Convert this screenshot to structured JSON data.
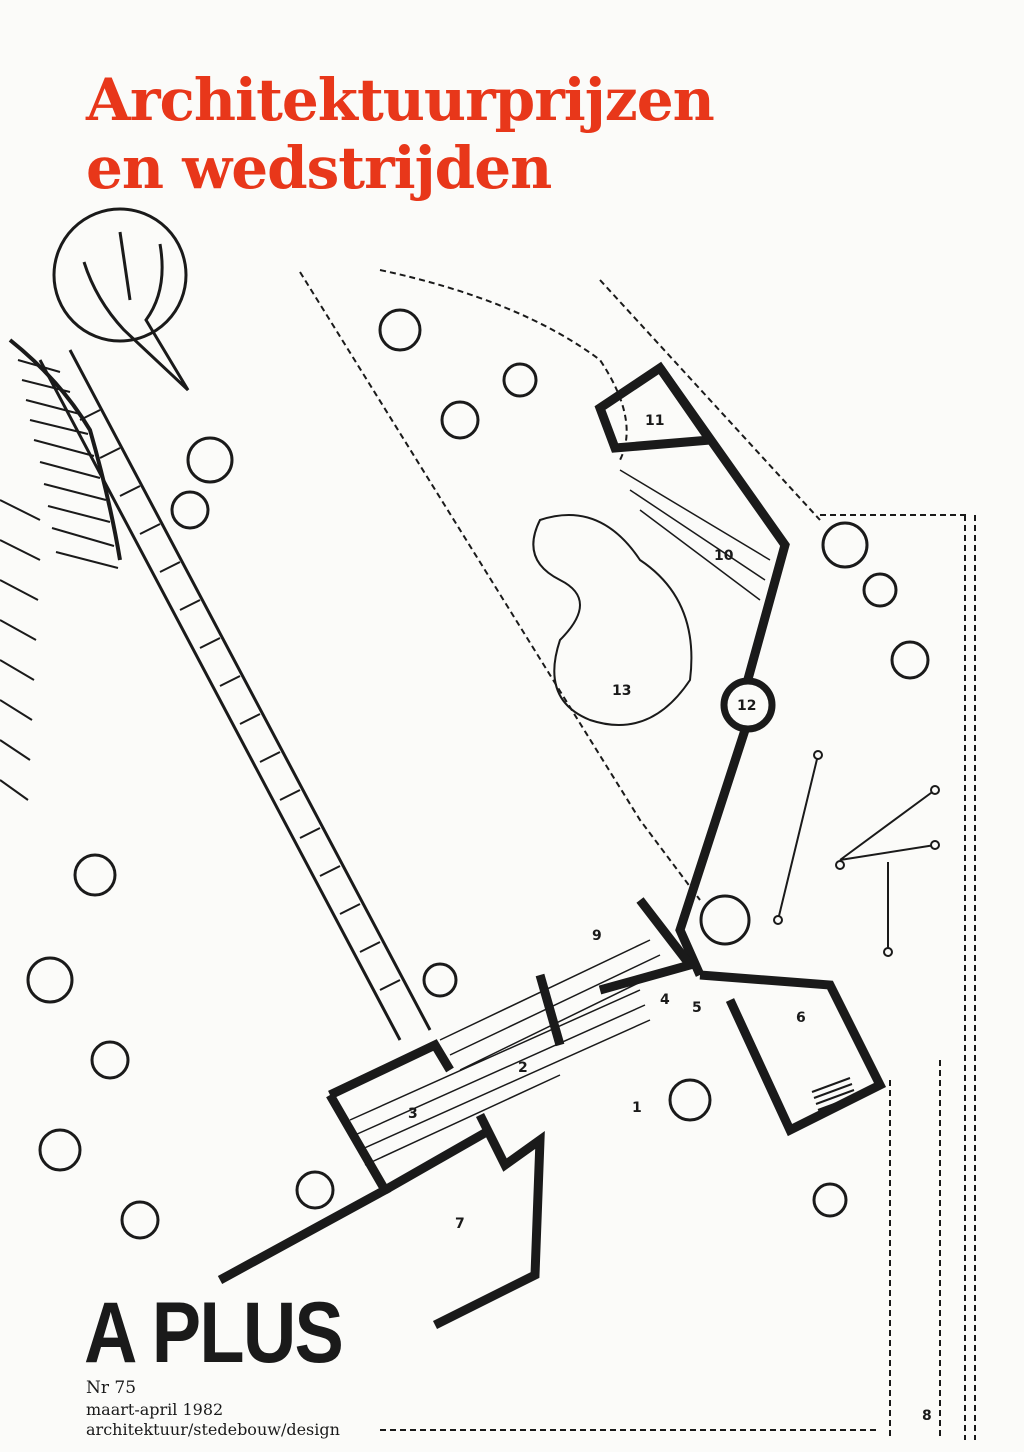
{
  "cover": {
    "headline_line1": "Architektuurprijzen",
    "headline_line2": "en wedstrijden",
    "headline_color": "#e8371a",
    "plan_labels": [
      "1",
      "2",
      "3",
      "4",
      "5",
      "6",
      "7",
      "8",
      "9",
      "10",
      "11",
      "12",
      "13"
    ]
  },
  "masthead": {
    "logo": "A PLUS",
    "issue_number": "Nr 75",
    "issue_date": "maart-april 1982",
    "topics": "architektuur/stedebouw/design"
  },
  "colors": {
    "ink": "#1a1a1a",
    "paper": "#fbfbf9"
  },
  "icons": {
    "north_arrow": "north-arrow-icon"
  }
}
